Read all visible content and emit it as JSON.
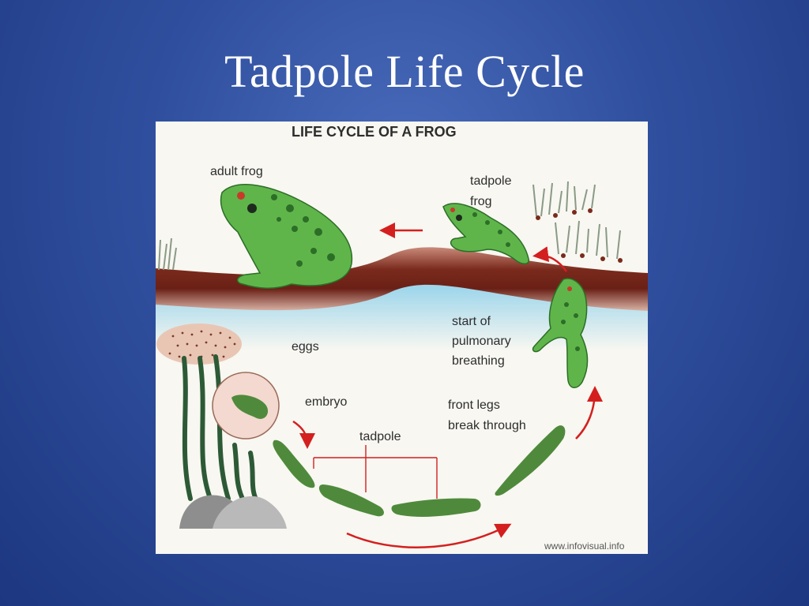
{
  "slide": {
    "title": "Tadpole Life Cycle"
  },
  "diagram": {
    "heading": "LIFE CYCLE OF A FROG",
    "labels": {
      "adult_frog": "adult frog",
      "tadpole_frog_line1": "tadpole",
      "tadpole_frog_line2": "frog",
      "eggs": "eggs",
      "embryo": "embryo",
      "tadpole": "tadpole",
      "start_line1": "start of",
      "start_line2": "pulmonary",
      "start_line3": "breathing",
      "front_legs_line1": "front legs",
      "front_legs_line2": "break through"
    },
    "credit": "www.infovisual.info"
  },
  "colors": {
    "arrow": "#d41f1f",
    "frog_green": "#5fb54a",
    "frog_spot": "#2c6e27",
    "soil": "#7a2a1c",
    "water": "#a9d9ec"
  }
}
